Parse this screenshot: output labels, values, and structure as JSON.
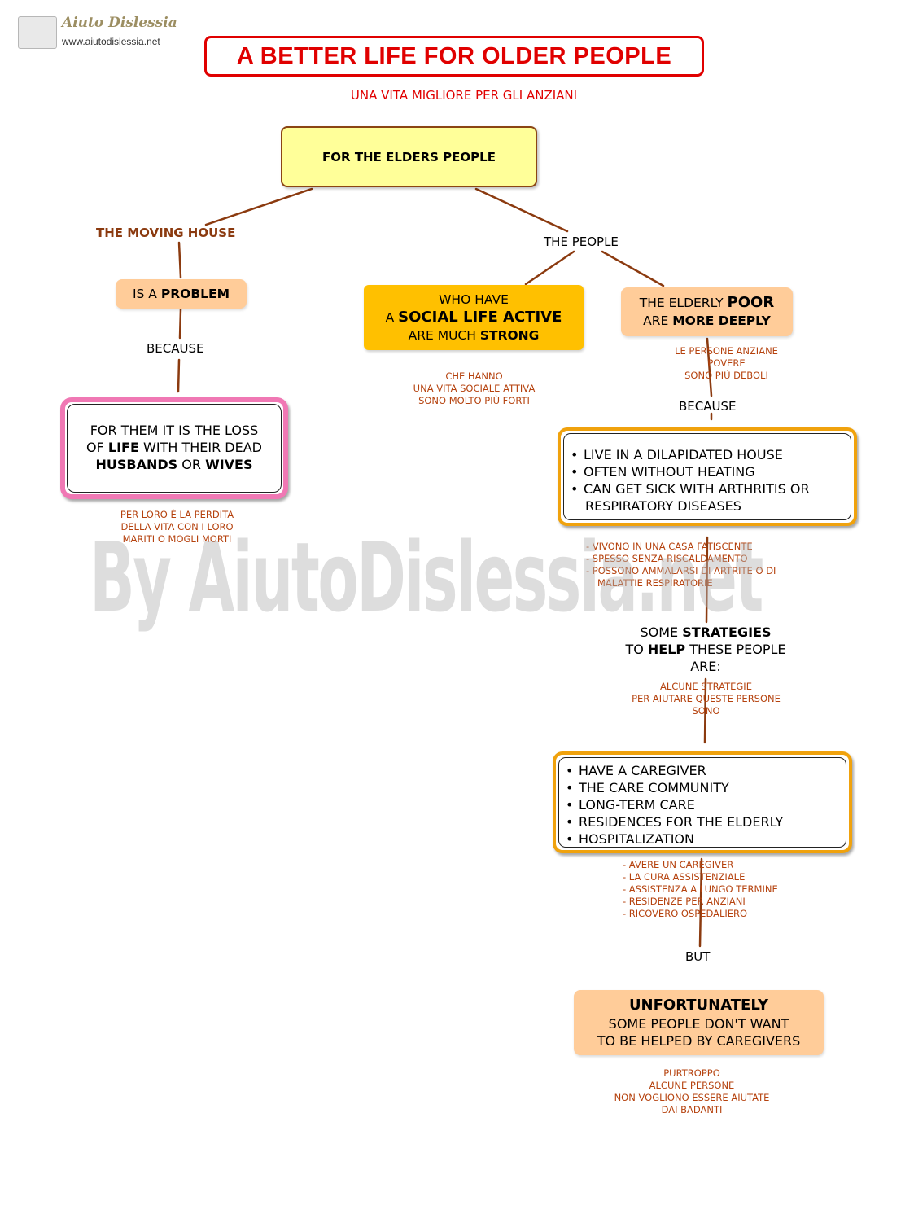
{
  "logo": {
    "name": "Aiuto Dislessia",
    "url": "www.aiutodislessia.net"
  },
  "title": "A BETTER LIFE FOR OLDER PEOPLE",
  "subtitle": "UNA VITA MIGLIORE PER GLI ANZIANI",
  "root": "FOR THE ELDERS PEOPLE",
  "left_branch": {
    "heading": "THE MOVING HOUSE",
    "problem_pre": "IS A ",
    "problem_bold": "PROBLEM",
    "because": "BECAUSE",
    "loss_line1": "FOR THEM IT IS THE LOSS",
    "loss_line2_pre": "OF ",
    "loss_line2_bold": "LIFE",
    "loss_line2_post": " WITH THEIR DEAD",
    "loss_line3_bold1": "HUSBANDS",
    "loss_line3_mid": " OR ",
    "loss_line3_bold2": "WIVES",
    "loss_it": [
      "PER LORO È LA PERDITA",
      "DELLA VITA CON I LORO",
      "MARITI O MOGLI MORTI"
    ]
  },
  "people": {
    "label": "THE PEOPLE",
    "social_line1": "WHO HAVE",
    "social_line2_pre": "A ",
    "social_line2_bold": "SOCIAL LIFE ACTIVE",
    "social_line3_pre": "ARE MUCH ",
    "social_line3_bold": "STRONG",
    "social_it": [
      "CHE HANNO",
      "UNA VITA SOCIALE ATTIVA",
      "SONO MOLTO PIÙ FORTI"
    ],
    "poor_line1_pre": "THE ELDERLY ",
    "poor_line1_bold": "POOR",
    "poor_line2_pre": "ARE ",
    "poor_line2_bold": "MORE DEEPLY",
    "poor_it": [
      "LE PERSONE ANZIANE",
      "POVERE",
      "SONO PIÙ DEBOLI"
    ],
    "because": "BECAUSE",
    "conditions": [
      "LIVE IN A DILAPIDATED HOUSE",
      "OFTEN WITHOUT HEATING",
      "CAN GET SICK WITH ARTHRITIS OR"
    ],
    "conditions_cont": "RESPIRATORY DISEASES",
    "conditions_it": [
      "- VIVONO IN UNA CASA FATISCENTE",
      "- SPESSO SENZA RISCALDAMENTO",
      "- POSSONO AMMALARSI DI ARTRITE O DI",
      "MALATTIE RESPIRATORIE"
    ],
    "strategies_line1_pre": "SOME ",
    "strategies_line1_bold": "STRATEGIES",
    "strategies_line2_pre": "TO ",
    "strategies_line2_bold": "HELP",
    "strategies_line2_post": " THESE PEOPLE",
    "strategies_line3": "ARE:",
    "strategies_it": [
      "ALCUNE STRATEGIE",
      "PER AIUTARE QUESTE PERSONE",
      "SONO"
    ],
    "help_items": [
      "HAVE A CAREGIVER",
      "THE CARE COMMUNITY",
      "LONG-TERM CARE",
      "RESIDENCES FOR THE ELDERLY",
      "HOSPITALIZATION"
    ],
    "help_it": [
      "- AVERE UN CAREGIVER",
      "- LA CURA ASSISTENZIALE",
      "- ASSISTENZA A LUNGO TERMINE",
      "- RESIDENZE PER ANZIANI",
      "- RICOVERO OSPEDALIERO"
    ],
    "but": "BUT",
    "unfortunately": "UNFORTUNATELY",
    "unf_line2": "SOME PEOPLE DON'T WANT",
    "unf_line3": "TO BE HELPED BY CAREGIVERS",
    "unf_it": [
      "PURTROPPO",
      "ALCUNE PERSONE",
      "NON VOGLIONO ESSERE AIUTATE",
      "DAI BADANTI"
    ]
  },
  "watermark": "By AiutoDislessia.net",
  "colors": {
    "title_red": "#e00000",
    "connector_brown": "#8b3a0f",
    "root_fill": "#ffff99",
    "peach_fill": "#ffcc99",
    "gold_fill": "#ffc000",
    "orange_frame": "#f0a20d",
    "pink_frame": "#f078b4"
  }
}
